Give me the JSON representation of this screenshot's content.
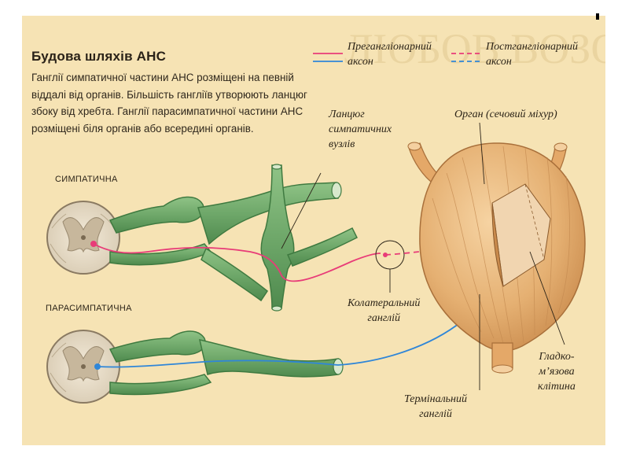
{
  "title": "Будова шляхів АНС",
  "description_lines": [
    "Ганглії симпатичної частини АНС розміщені на певній",
    "віддалі від органів. Більшість гангліїв утворюють ланцюг",
    "збоку від хребта. Ганглії парасимпатичної частини АНС",
    "розміщені біля органів або всередині органів."
  ],
  "legend": {
    "preganglionic": {
      "line1": "Прегангліонарний",
      "line2": "аксон",
      "colors": [
        "#e83c78",
        "#2f86d8"
      ]
    },
    "postganglionic": {
      "line1": "Постгангліонарний",
      "line2": "аксон",
      "colors": [
        "#e83c78",
        "#2f86d8"
      ]
    }
  },
  "labels": {
    "sympathetic": "СИМПАТИЧНА",
    "parasympathetic": "ПАРАСИМПАТИЧНА",
    "chain_line1": "Ланцюг",
    "chain_line2": "симпатичних",
    "chain_line3": "вузлів",
    "organ": "Орган (сечовий міхур)",
    "collateral_line1": "Колатеральний",
    "collateral_line2": "ганглій",
    "smooth_line1": "Гладко-",
    "smooth_line2": "м’язова",
    "smooth_line3": "клітина",
    "terminal_line1": "Термінальний",
    "terminal_line2": "ганглій"
  },
  "colors": {
    "background": "#f6e3b4",
    "nerve": "#6fa86a",
    "preganglionic_sympathetic": "#e83c78",
    "preganglionic_parasympathetic": "#2f86d8",
    "organ": "#e9b77a"
  }
}
